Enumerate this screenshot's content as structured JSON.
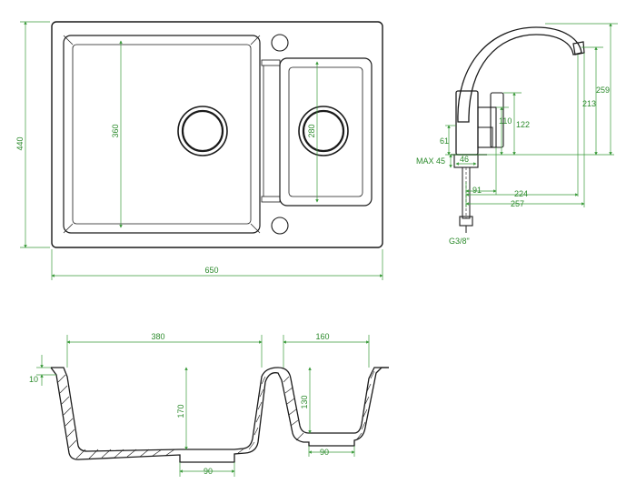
{
  "dimensions": {
    "top_width": "650",
    "top_height": "440",
    "main_bowl_depth_dim": "360",
    "small_bowl_depth_dim": "280",
    "faucet_total_height": "259",
    "faucet_spout_height": "213",
    "faucet_body_122": "122",
    "faucet_body_110": "110",
    "faucet_61": "61",
    "faucet_max45": "MAX 45",
    "faucet_46": "46",
    "faucet_91": "91",
    "faucet_224": "224",
    "faucet_257": "257",
    "faucet_thread": "G3/8\"",
    "section_main_width": "380",
    "section_small_width": "160",
    "section_rim": "10",
    "section_main_depth": "170",
    "section_small_depth": "130",
    "section_main_drain": "90",
    "section_small_drain": "90"
  },
  "colors": {
    "outline": "#1a1a1a",
    "dimension": "#3a9a3a"
  }
}
